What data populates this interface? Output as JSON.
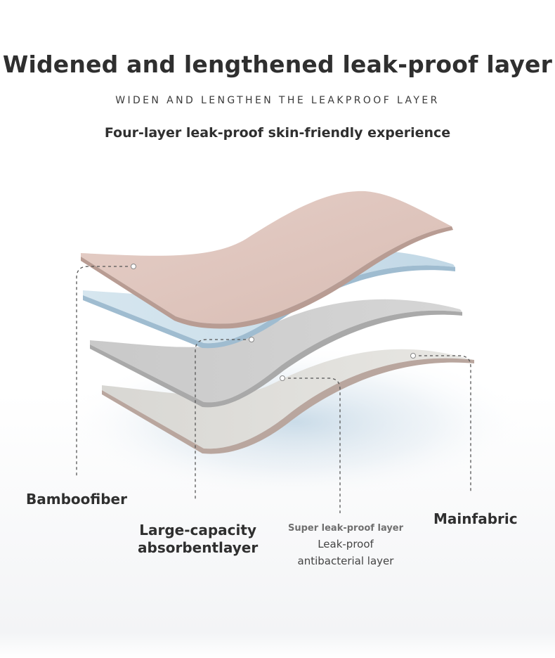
{
  "header": {
    "title": "Widened and lengthened leak-proof layer",
    "subtitle": "WIDEN AND LENGTHEN THE LEAKPROOF LAYER",
    "tagline": "Four-layer leak-proof skin-friendly experience"
  },
  "layers": [
    {
      "label": "Bamboofiber",
      "color": "#e2c9c2"
    },
    {
      "label_line1": "Large-capacity",
      "label_line2": "absorbentlayer",
      "color": "#cfe0ea"
    },
    {
      "label_small": "Super leak-proof layer",
      "label_line1": "Leak-proof",
      "label_line2": "antibacterial layer",
      "color": "#cbcbcb"
    },
    {
      "label": "Mainfabric",
      "color": "#dedcd7"
    }
  ]
}
